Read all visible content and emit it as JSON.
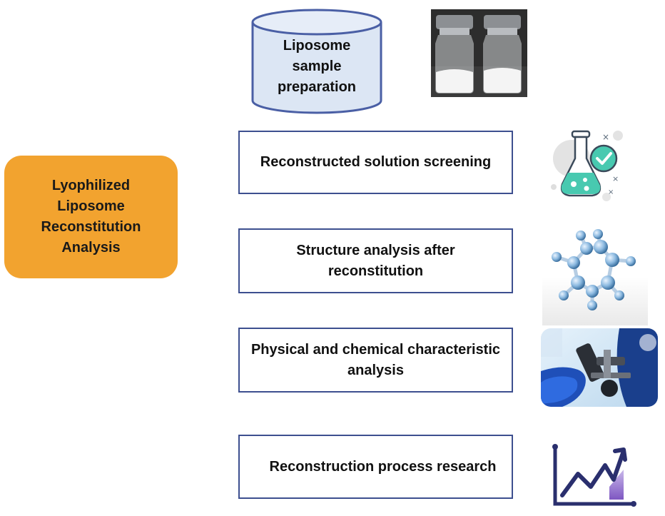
{
  "center": {
    "label": "Lyophilized\nLiposome\nReconstitution\nAnalysis"
  },
  "sample": {
    "label": "Liposome\nsample\npreparation"
  },
  "steps": [
    {
      "label": "Reconstructed solution screening"
    },
    {
      "label": "Structure analysis after\nreconstitution"
    },
    {
      "label": "Physical and chemical characteristic\nanalysis"
    },
    {
      "label": "Reconstruction process research"
    }
  ],
  "icons": [
    "vials-photo-icon",
    "flask-check-icon",
    "molecule-icon",
    "microscope-photo-icon",
    "growth-chart-icon"
  ],
  "colors": {
    "center_fill": "#f2a32f",
    "box_border": "#3d4f8f",
    "cylinder_fill": "#dce6f4",
    "flask_teal": "#48c9b0"
  }
}
